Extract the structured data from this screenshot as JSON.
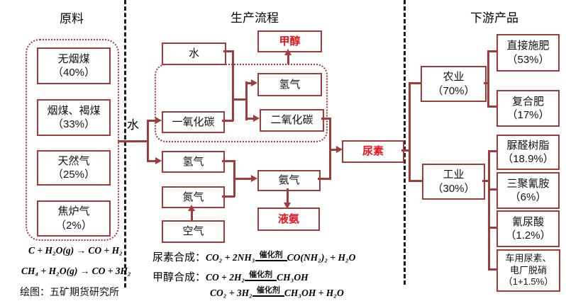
{
  "titles": {
    "raw_materials": "原料",
    "process": "生产流程",
    "downstream": "下游产品"
  },
  "colors": {
    "box_border": "#a03c3c",
    "highlight_red": "#e8131c",
    "divider_black": "#1c1c1c"
  },
  "raw_materials": {
    "items": [
      {
        "name": "无烟煤",
        "share": "（40%）"
      },
      {
        "name": "烟煤、褐煤",
        "share": "（33%）"
      },
      {
        "name": "天然气",
        "share": "（25%）"
      },
      {
        "name": "焦炉气",
        "share": "（2%）"
      }
    ]
  },
  "process": {
    "water_input_label": "水",
    "water": "水",
    "methanol": "甲醇",
    "hydrogen_top": "氢气",
    "carbon_monoxide": "一氧化碳",
    "carbon_dioxide": "二氧化碳",
    "hydrogen": "氢气",
    "nitrogen": "氮气",
    "air": "空气",
    "ammonia": "氨气",
    "liquid_ammonia": "液氨",
    "urea": "尿素"
  },
  "downstream": {
    "agriculture": {
      "name": "农业",
      "share": "（70%）"
    },
    "industry": {
      "name": "工业",
      "share": "（30%）"
    },
    "agriculture_products": [
      {
        "name": "直接施肥",
        "share": "（53%）"
      },
      {
        "name": "复合肥",
        "share": "（17%）"
      }
    ],
    "industry_products": [
      {
        "name": "脲醛树脂",
        "share": "（18.9%）"
      },
      {
        "name": "三聚氰胺",
        "share": "（6%）"
      },
      {
        "name": "氰尿酸",
        "share": "（1.2%）"
      },
      {
        "name": "车用尿素、",
        "name_line2": "电厂脱硝",
        "share": "（1+1.5%）"
      }
    ]
  },
  "equations_left": {
    "eq1": "C + H₂O(g) → CO + H₂",
    "eq2": "CH₄ + H₂O(g) → CO + 3H₂"
  },
  "equations_mid": [
    {
      "label": "尿素合成：",
      "lhs": "CO₂ + 2NH₃",
      "catalyst": "催化剂",
      "rhs": "CO(NH₂)₂ + H₂O"
    },
    {
      "label": "甲醇合成：",
      "lhs": "CO + 2H₂",
      "catalyst": "催化剂",
      "rhs": "CH₃OH"
    },
    {
      "label": "",
      "lhs": "CO₂ + 3H₂",
      "catalyst": "催化剂",
      "rhs": "CH₃OH + H₂O"
    }
  ],
  "credit": "绘图：五矿期货研究所"
}
